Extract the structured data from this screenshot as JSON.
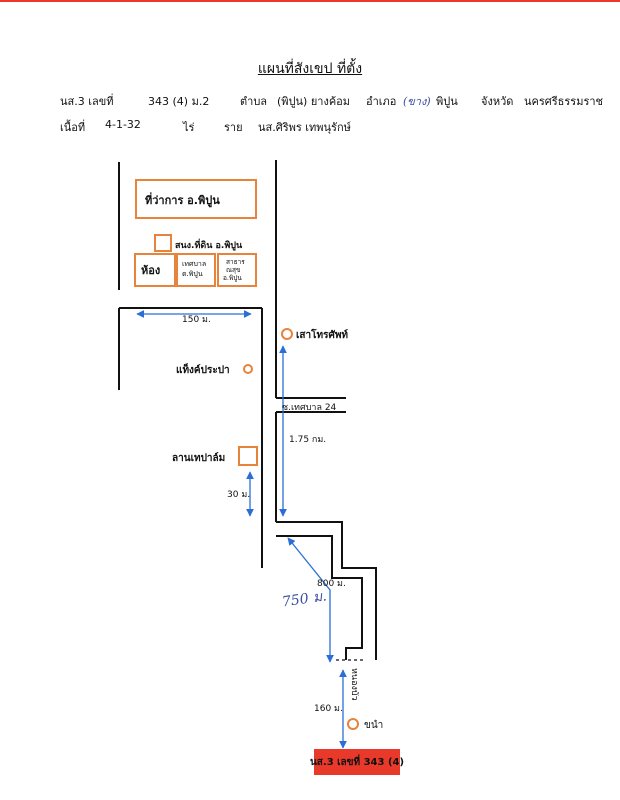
{
  "title": "แผนที่สังเขป ที่ตั้ง",
  "header": {
    "ns3_label": "นส.3 เลขที่",
    "ns3_number": "343 (4) ม.2",
    "tambon_label": "ตำบล",
    "tambon_value": "(พิปูน) ยางค้อม",
    "amphoe_label": "อำเภอ",
    "amphoe_handwritten": "(ขาง)",
    "amphoe_value": "พิปูน",
    "province_label": "จังหวัด",
    "province_value": "นครศรีธรรมราช",
    "area_label": "เนื้อที่",
    "area_value": "4-1-32",
    "area_unit": "ไร่",
    "owner_label": "ราย",
    "owner_value": "นส.ศิริพร เทพนุรักษ์"
  },
  "map": {
    "district_office": "ที่ว่าการ อ.พิปูน",
    "land_office": "สนง.ที่ดิน อ.พิปูน",
    "room": "ห้อง",
    "municipality": "เทศบาล ต.พิปูน",
    "health": "สาธาร ณสุข อ.พิปูน",
    "telephone_pole": "เสาโทรศัพท์",
    "water_tank": "แท็งค์ประปา",
    "cement_yard": "ลานเทปาล์ม",
    "soi": "ซ.เทศบาล 24",
    "canal": "ขนำ",
    "vertical_label": "หนองบัว",
    "parcel_label": "นส.3 เลขที่ 343 (4)",
    "distances": {
      "d150": "150 ม.",
      "d175": "1.75 กม.",
      "d30": "30 ม.",
      "d800": "800 ม.",
      "d750_handwritten": "750 ม.",
      "d160": "160 ม."
    }
  },
  "colors": {
    "accent": "#e8833c",
    "road": "#111111",
    "route": "#2b6fd6",
    "parcel": "#e8392b",
    "handwriting": "#3a4fa0"
  }
}
